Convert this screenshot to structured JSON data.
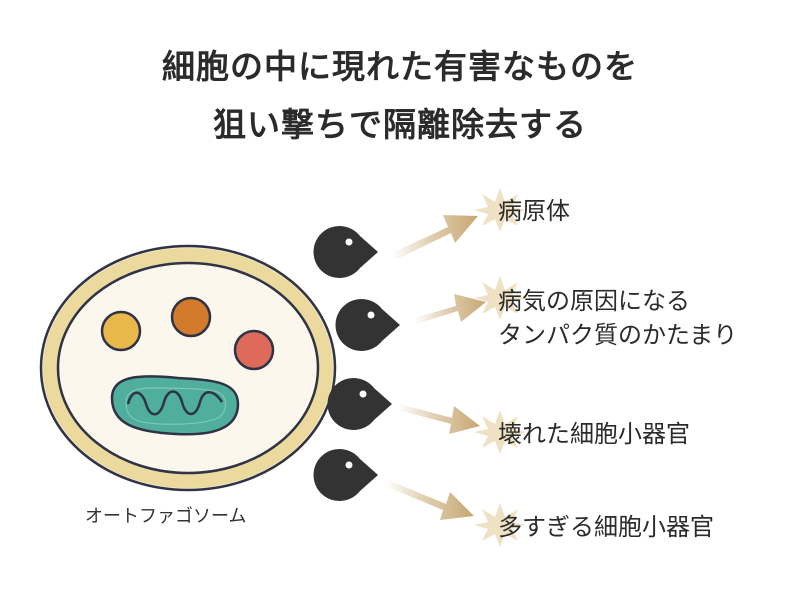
{
  "title": {
    "line1": "細胞の中に現れた有害なものを",
    "line2": "狙い撃ちで隔離除去する"
  },
  "cell_label": "オートファゴソーム",
  "targets": [
    {
      "lines": [
        "病原体"
      ]
    },
    {
      "lines": [
        "病気の原因になる",
        "タンパク質のかたまり"
      ]
    },
    {
      "lines": [
        "壊れた細胞小器官"
      ]
    },
    {
      "lines": [
        "多すぎる細胞小器官"
      ]
    }
  ],
  "colors": {
    "cell_fill": "#f6eed2",
    "cell_border": "#ead79a",
    "outline": "#2f3346",
    "dot_yellow": "#e8b84a",
    "dot_orange": "#d37a2c",
    "dot_red": "#de6a59",
    "mito_fill": "#4fae9c",
    "mito_inner": "#6cc4b0",
    "arrow": "#c7a772",
    "burst": "#efe2c4",
    "pacman": "#333333"
  }
}
